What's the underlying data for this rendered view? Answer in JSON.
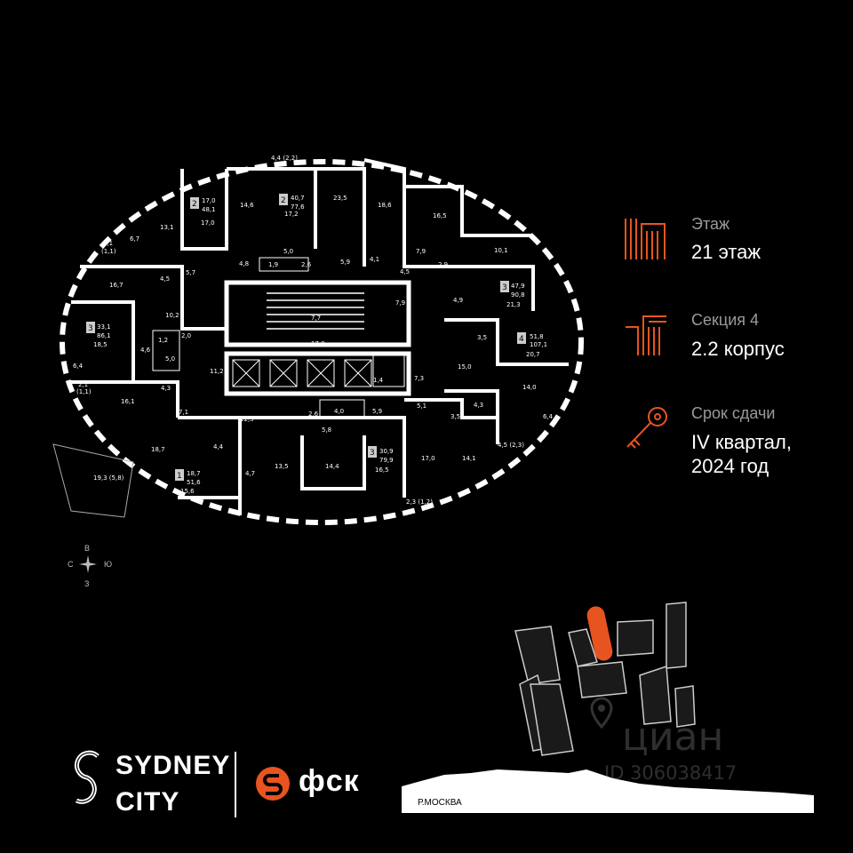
{
  "info": {
    "floor_caption": "Этаж",
    "floor_value": "21 этаж",
    "section_caption": "Секция 4",
    "section_value": "2.2 корпус",
    "deadline_caption": "Срок сдачи",
    "deadline_value_line1": "IV квартал,",
    "deadline_value_line2": "2024 год"
  },
  "compass": {
    "north": "В",
    "west": "С",
    "east": "Ю",
    "south": "З"
  },
  "logos": {
    "sydney_line1": "SYDNEY",
    "sydney_line2": "CITY",
    "fsk": "фск"
  },
  "site_map": {
    "river_label": "Р.МОСКВА"
  },
  "watermark": {
    "brand": "циан",
    "id": "ID 306038417"
  },
  "colors": {
    "accent": "#e8541f",
    "background": "#000000",
    "walls": "#ffffff"
  },
  "plan": {
    "labels": [
      "4,4 (2,2)",
      "17,0",
      "48,1",
      "17,0",
      "14,6",
      "40,7",
      "77,6",
      "17,2",
      "23,5",
      "18,6",
      "16,5",
      "6,7",
      "13,1",
      "2,1",
      "(1,1)",
      "4,8",
      "5,0",
      "1,9",
      "2,6",
      "5,9",
      "4,1",
      "7,9",
      "10,1",
      "16,7",
      "4,5",
      "5,7",
      "4,5",
      "2,9",
      "47,9",
      "90,8",
      "21,3",
      "4,9",
      "7,7",
      "7,9",
      "33,1",
      "86,1",
      "18,5",
      "10,2",
      "1,2",
      "2,0",
      "3,5",
      "51,8",
      "107,1",
      "20,7",
      "4,6",
      "5,0",
      "17,0",
      "15,0",
      "6,4",
      "11,2",
      "1,4",
      "7,3",
      "14,0",
      "2,1",
      "(1,1)",
      "4,3",
      "16,1",
      "2,6",
      "4,0",
      "5,9",
      "5,1",
      "4,3",
      "3,5",
      "6,4",
      "7,1",
      "12,5",
      "5,8",
      "18,7",
      "4,4",
      "4,7",
      "13,5",
      "14,4",
      "30,9",
      "79,9",
      "16,5",
      "17,0",
      "14,1",
      "4,5 (2,3)",
      "18,7",
      "51,6",
      "15,6",
      "19,3 (5,8)",
      "2,3 (1,2)"
    ],
    "badges": [
      "2",
      "2",
      "3",
      "3",
      "4",
      "3",
      "1"
    ]
  }
}
